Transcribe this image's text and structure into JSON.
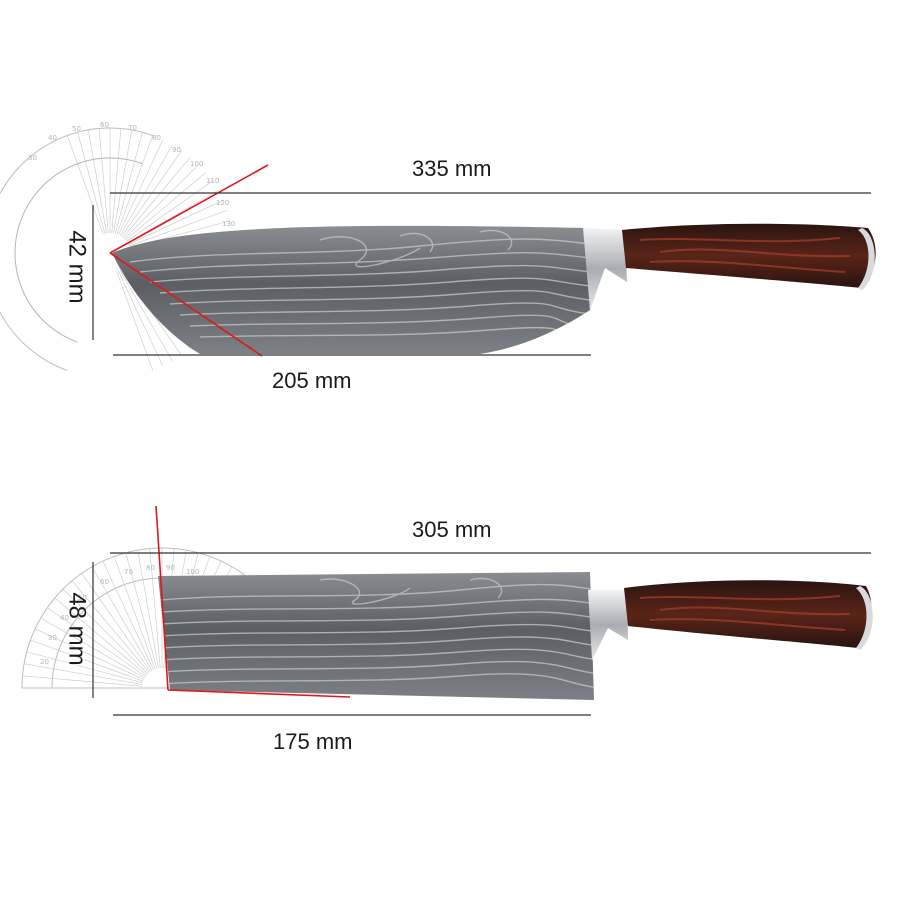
{
  "knives": [
    {
      "total_length": "335 mm",
      "blade_length": "205 mm",
      "blade_height": "42 mm"
    },
    {
      "total_length": "305 mm",
      "blade_length": "175 mm",
      "blade_height": "48 mm"
    }
  ],
  "colors": {
    "angle_line": "#e01818",
    "dimension_line": "#333333",
    "handle_wood_dark": "#3a1a14",
    "handle_wood_red": "#8a3424",
    "blade_steel": "#6f7277",
    "bolster_steel": "#c9ccd0"
  },
  "icons": [
    "protractor-icon",
    "chef-knife-icon",
    "cleaver-knife-icon"
  ]
}
